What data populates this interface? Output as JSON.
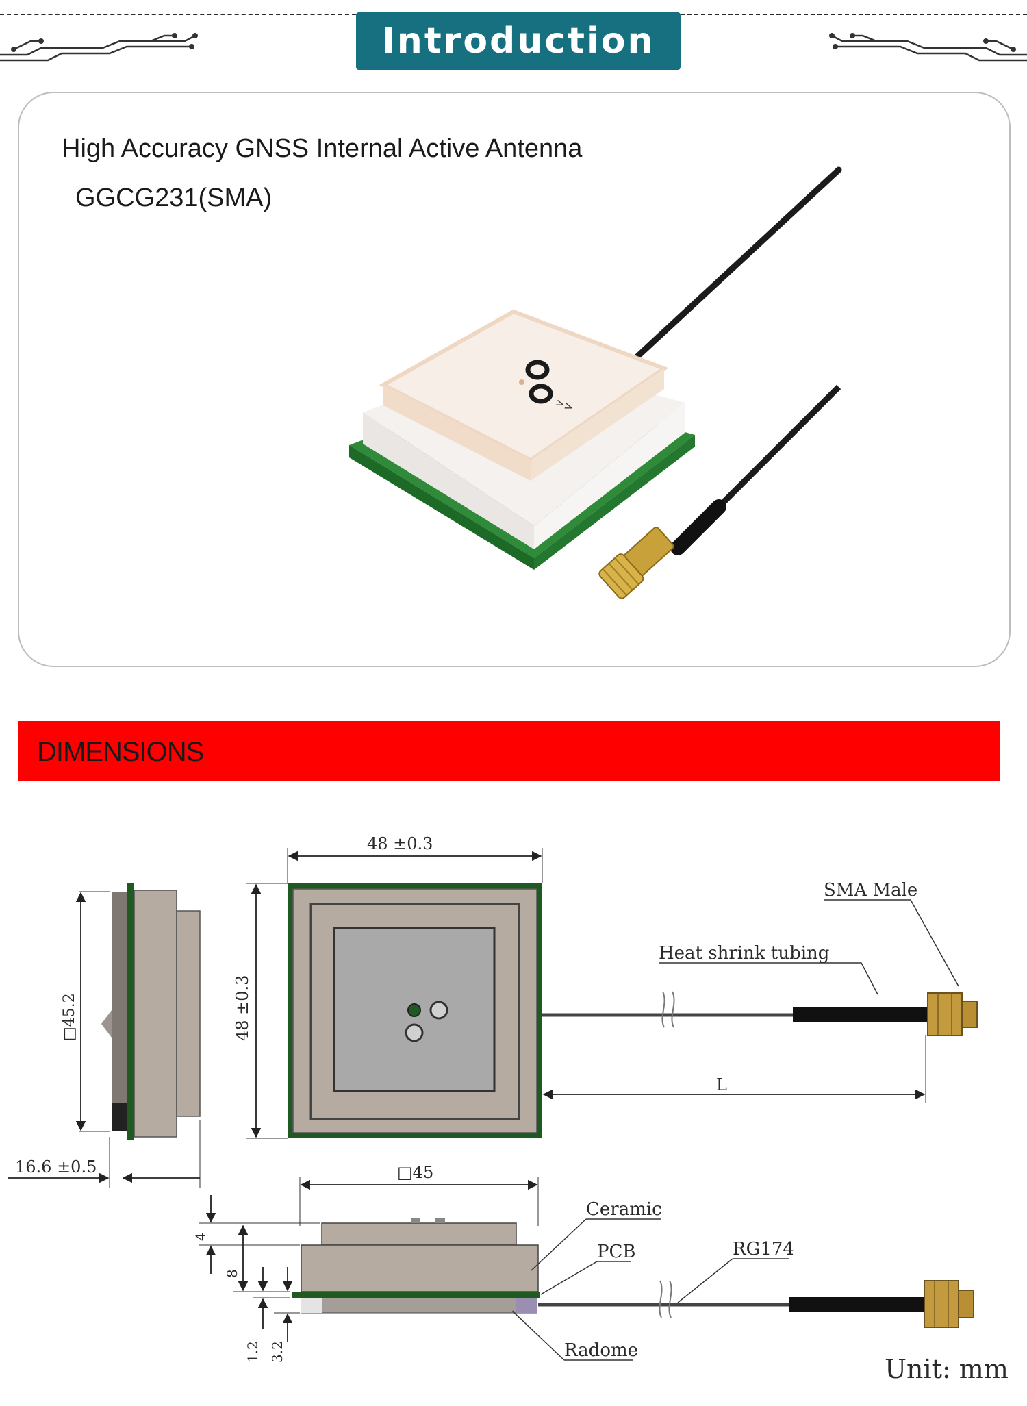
{
  "header": {
    "tab_label": "Introduction"
  },
  "intro": {
    "title_line1": "High Accuracy GNSS Internal Active Antenna",
    "title_line2": "GGCG231(SMA)"
  },
  "dimensions": {
    "banner_label": "DIMENSIONS",
    "labels": {
      "top_width": "48 ±0.3",
      "top_height": "48 ±0.3",
      "side_square": "□45.2",
      "side_thickness": "16.6 ±0.5",
      "bottom_square": "□45",
      "cable_length": "L",
      "sma_male": "SMA Male",
      "heat_shrink": "Heat shrink tubing",
      "ceramic": "Ceramic",
      "pcb": "PCB",
      "rg174": "RG174",
      "radome": "Radome",
      "dim_4": "4",
      "dim_8": "8",
      "dim_1_2": "1.2",
      "dim_3_2": "3.2",
      "unit": "Unit: mm"
    }
  },
  "colors": {
    "intro_tab": "#17707f",
    "banner": "#ff0000",
    "pcb_green": "#1f5a23",
    "ceramic": "#b6aba1"
  }
}
